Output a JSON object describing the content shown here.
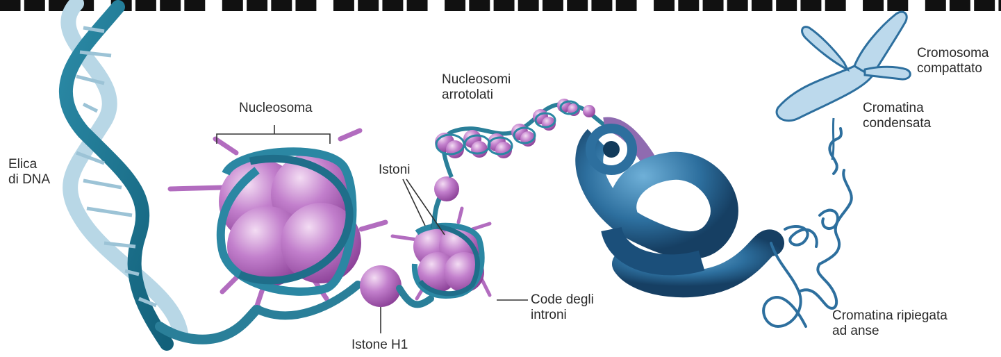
{
  "colors": {
    "dna_light": "#b8d7e6",
    "dna_dark": "#1f7a93",
    "histone": "#b26cbf",
    "histone_light": "#e6bfe8",
    "fiber": "#2d6f9e",
    "fiber_dark": "#1b4f7a",
    "label_text": "#2a2a2a",
    "leader_line": "#333333"
  },
  "labels": {
    "helix": [
      "Elica",
      "di DNA"
    ],
    "nucleosome": "Nucleosoma",
    "histones": "Istoni",
    "coiled": [
      "Nucleosomi",
      "arrotolati"
    ],
    "h1": "Istone H1",
    "tails": [
      "Code degli",
      "introni"
    ],
    "chromosome": [
      "Cromosoma",
      "compattato"
    ],
    "condensed": [
      "Cromatina",
      "condensata"
    ],
    "loops": [
      "Cromatina ripiegata",
      "ad anse"
    ]
  }
}
